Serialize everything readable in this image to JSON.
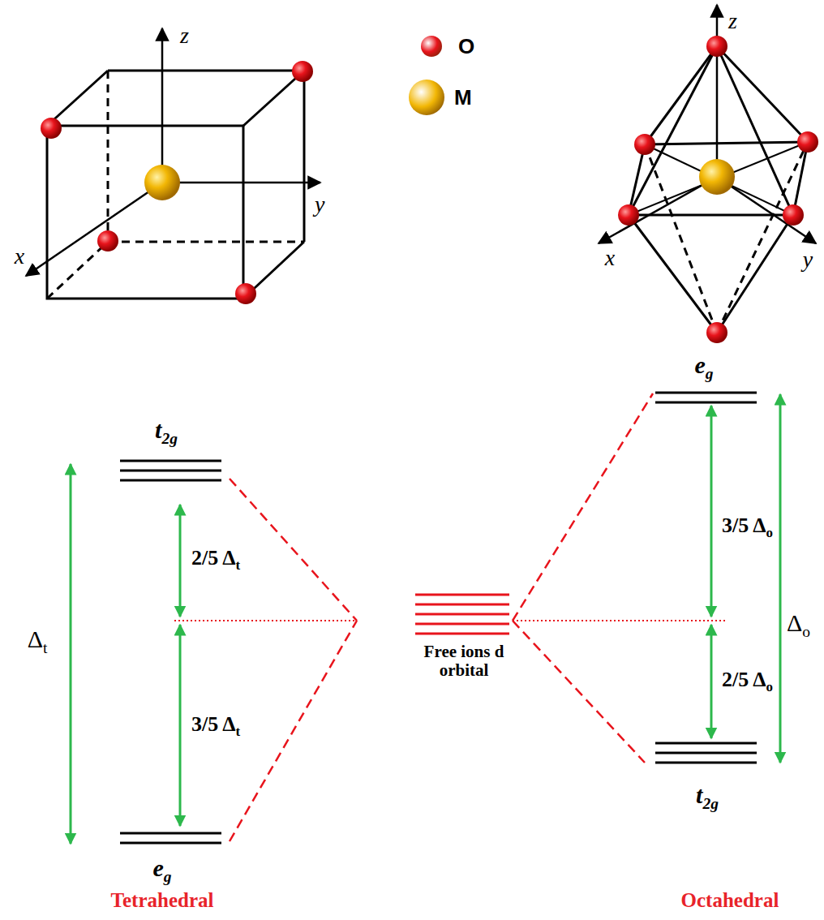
{
  "diagram": {
    "labels": [
      "z",
      "y",
      "x",
      "z",
      "x",
      "y",
      "t2g",
      "eg",
      "Tetrahedral",
      "2/5 Δt",
      "3/5 Δt",
      "Δt",
      "Free ions d orbital",
      "eg",
      "t2g",
      "3/5 Δo",
      "2/5 Δo",
      "Δo",
      "Octahedral"
    ],
    "legend": [
      {
        "text": "O",
        "color": "#e8141c"
      },
      {
        "text": "M",
        "color": "#f2b705"
      }
    ]
  }
}
